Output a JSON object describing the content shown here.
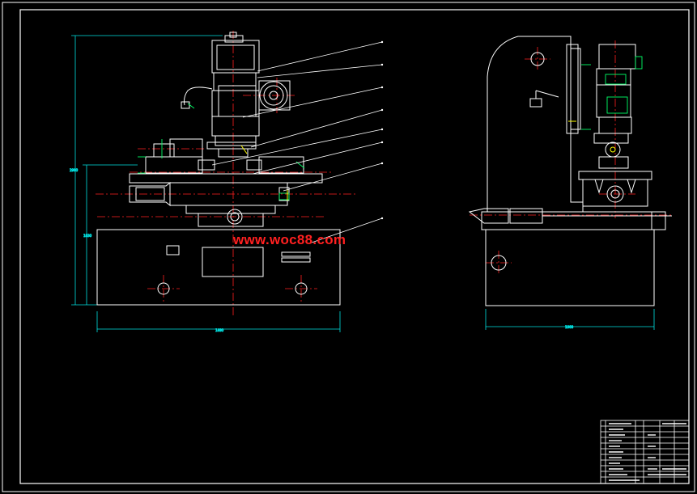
{
  "watermark": {
    "text": "www.woc88.com"
  },
  "colors": {
    "background": "#000000",
    "outline": "#ffffff",
    "centerline": "#ff2020",
    "dimension": "#00e0e0",
    "detail": "#00ff66",
    "leader": "#ffffff",
    "highlight": "#ffff00"
  },
  "views": [
    {
      "name": "front-view"
    },
    {
      "name": "side-view"
    }
  ],
  "title_block": {
    "rows": 10
  }
}
